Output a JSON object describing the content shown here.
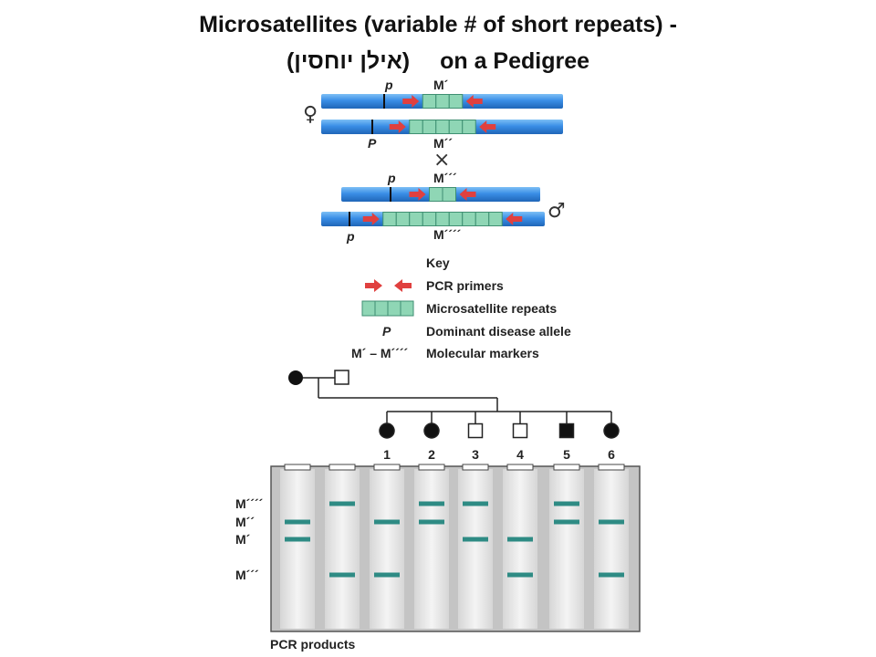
{
  "title": {
    "line1": "Microsatellites (variable # of short repeats) -",
    "line2_hebrew": "(אילן יוחסין)",
    "line2_english": "on a Pedigree"
  },
  "chromosomes": {
    "female_symbol": "♀",
    "cross_symbol": "×",
    "male_symbol": "♂",
    "female_top": {
      "allele": "p",
      "marker": "M´",
      "repeats": 3
    },
    "female_bottom": {
      "allele": "P",
      "marker": "M´´",
      "repeats": 5
    },
    "male_top": {
      "allele": "p",
      "marker": "M´´´",
      "repeats": 2
    },
    "male_bottom": {
      "allele": "p",
      "marker": "M´´´´",
      "repeats": 9
    }
  },
  "key": {
    "title": "Key",
    "primers": "PCR primers",
    "repeats": "Microsatellite repeats",
    "allele_symbol": "P",
    "allele": "Dominant disease allele",
    "markers_symbol": "M´ – M´´´´",
    "markers": "Molecular markers"
  },
  "pedigree": {
    "children": [
      {
        "label": "1",
        "sex": "female",
        "affected": true
      },
      {
        "label": "2",
        "sex": "female",
        "affected": true
      },
      {
        "label": "3",
        "sex": "male",
        "affected": false
      },
      {
        "label": "4",
        "sex": "male",
        "affected": false
      },
      {
        "label": "5",
        "sex": "male",
        "affected": true
      },
      {
        "label": "6",
        "sex": "female",
        "affected": true
      }
    ]
  },
  "gel": {
    "band_labels": [
      "M´´´´",
      "M´´",
      "M´",
      "M´´´"
    ],
    "lanes": [
      {
        "id": "mother",
        "bands": [
          "M´´",
          "M´"
        ]
      },
      {
        "id": "father",
        "bands": [
          "M´´´´",
          "M´´´"
        ]
      },
      {
        "id": "1",
        "bands": [
          "M´´",
          "M´´´"
        ]
      },
      {
        "id": "2",
        "bands": [
          "M´´´´",
          "M´´"
        ]
      },
      {
        "id": "3",
        "bands": [
          "M´´´´",
          "M´"
        ]
      },
      {
        "id": "4",
        "bands": [
          "M´",
          "M´´´"
        ]
      },
      {
        "id": "5",
        "bands": [
          "M´´´´",
          "M´´"
        ]
      },
      {
        "id": "6",
        "bands": [
          "M´´",
          "M´´´"
        ]
      }
    ],
    "caption": "PCR products",
    "band_color": "#2e8b84"
  },
  "colors": {
    "chromosome": "#3a8ee6",
    "repeat": "#8fd6b5",
    "primer": "#e0403f"
  }
}
